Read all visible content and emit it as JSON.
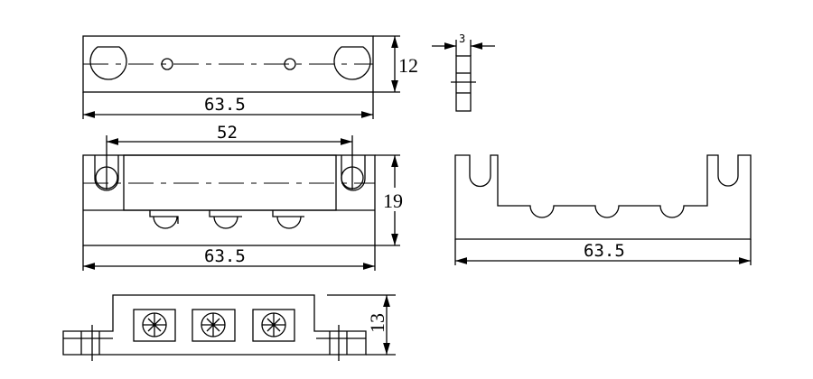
{
  "drawing": {
    "top_view": {
      "width_label": "63.5",
      "height_label": "12"
    },
    "side_view": {
      "thickness_label": "3"
    },
    "front_view": {
      "hole_spacing_label": "52",
      "width_label": "63.5",
      "height_label": "19"
    },
    "bracket_view": {
      "width_label": "63.5"
    },
    "bottom_view": {
      "height_label": "13"
    }
  }
}
